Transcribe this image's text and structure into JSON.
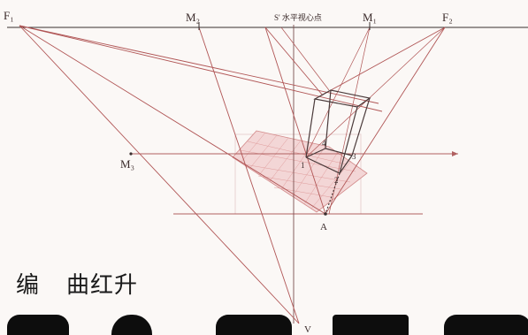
{
  "colors": {
    "background": "#fbf8f6",
    "line": "#b05555",
    "dark_line": "#4a3a3a",
    "grid": "#d98a8a",
    "text": "#1a1a1a"
  },
  "labels": {
    "F1": "F₁",
    "M2": "M₂",
    "S_horizon": "S' 水平视心点",
    "M1": "M₁",
    "F2": "F₂",
    "M3": "M₃",
    "A": "A",
    "V": "V",
    "p1": "1",
    "p2": "2",
    "p3": "3",
    "p4": "4"
  },
  "editor": {
    "role": "编",
    "name": "曲红升"
  }
}
